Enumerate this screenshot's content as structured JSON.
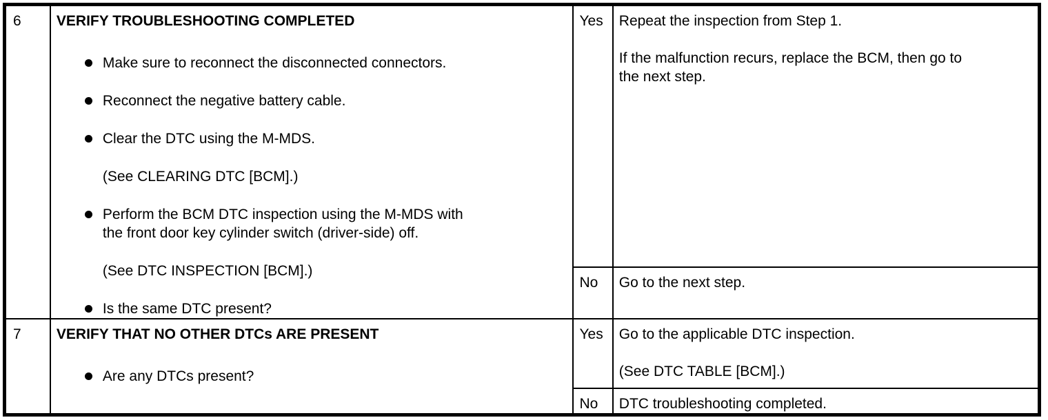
{
  "colors": {
    "border": "#000000",
    "background": "#ffffff",
    "text": "#000000"
  },
  "table": {
    "rows": [
      {
        "step": "6",
        "title": "VERIFY TROUBLESHOOTING COMPLETED",
        "items": [
          {
            "bullet": true,
            "text": "Make sure to reconnect the disconnected connectors."
          },
          {
            "bullet": true,
            "text": "Reconnect the negative battery cable."
          },
          {
            "bullet": true,
            "text": "Clear the DTC using the M-MDS."
          },
          {
            "bullet": false,
            "text": "(See CLEARING DTC [BCM].)"
          },
          {
            "bullet": true,
            "text": "Perform the BCM DTC inspection using the M-MDS with\nthe front door key cylinder switch (driver-side) off."
          },
          {
            "bullet": false,
            "text": "(See DTC INSPECTION [BCM].)"
          },
          {
            "bullet": true,
            "text": "Is the same DTC present?"
          }
        ],
        "branches": [
          {
            "answer": "Yes",
            "action": "Repeat the inspection from Step 1.\n\nIf the malfunction recurs, replace the BCM, then go to\nthe next step."
          },
          {
            "answer": "No",
            "action": "Go to the next step."
          }
        ]
      },
      {
        "step": "7",
        "title": "VERIFY THAT NO OTHER DTCs ARE PRESENT",
        "items": [
          {
            "bullet": true,
            "text": "Are any DTCs present?"
          }
        ],
        "branches": [
          {
            "answer": "Yes",
            "action": "Go to the applicable DTC inspection.\n\n(See DTC TABLE [BCM].)"
          },
          {
            "answer": "No",
            "action": "DTC troubleshooting completed."
          }
        ]
      }
    ]
  }
}
